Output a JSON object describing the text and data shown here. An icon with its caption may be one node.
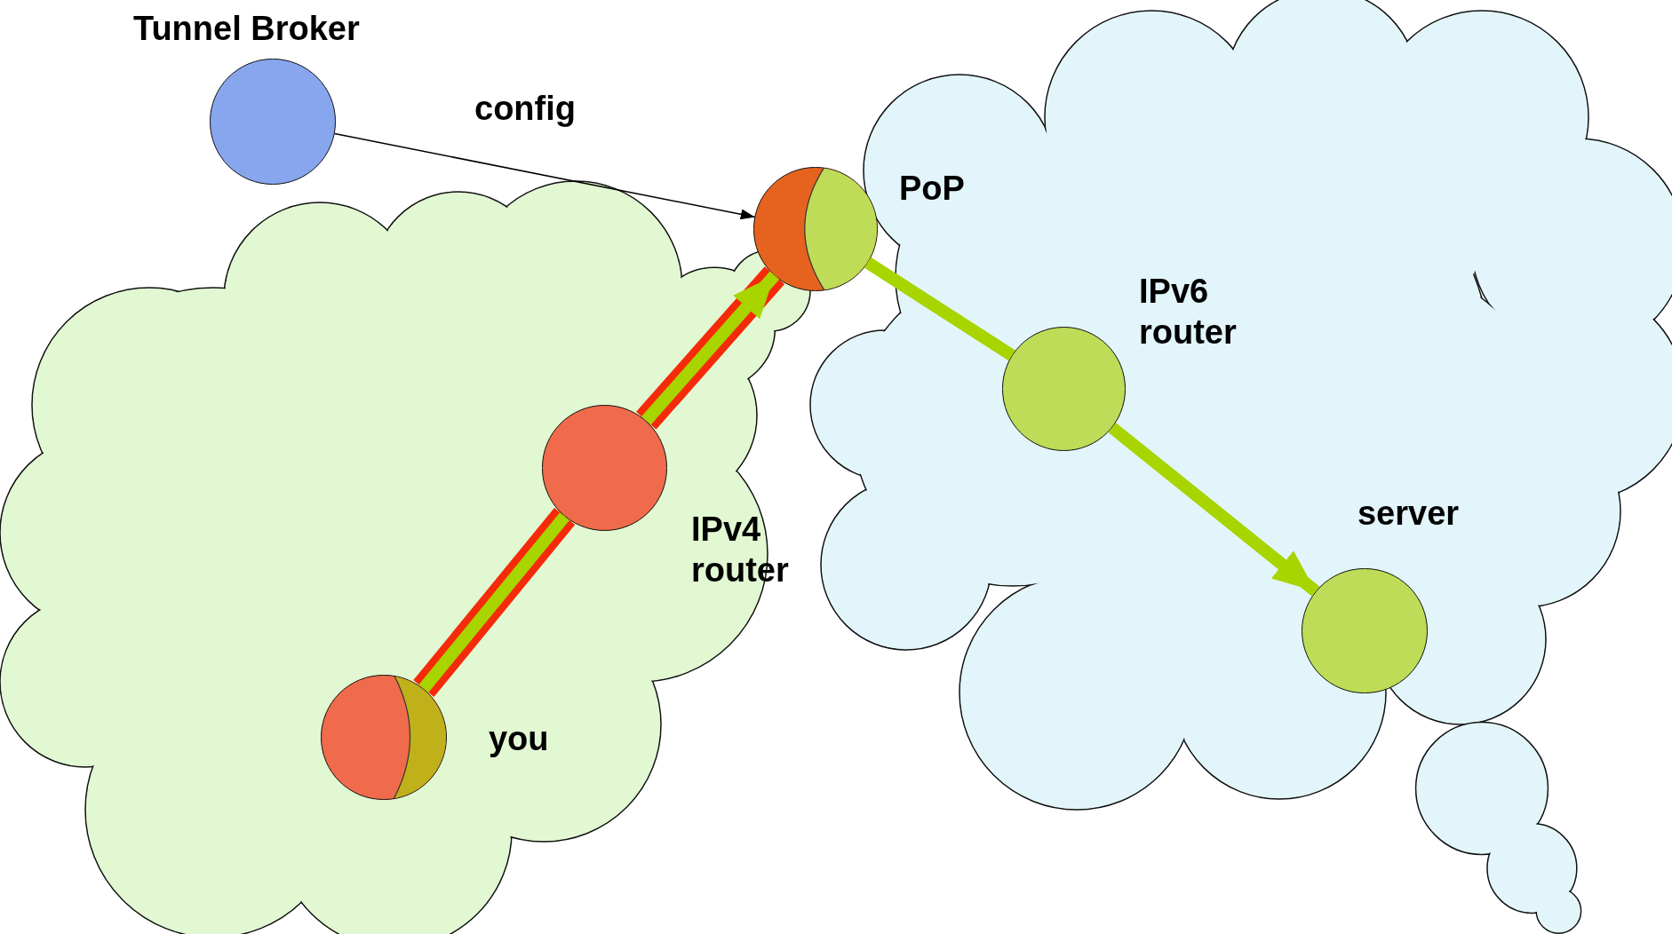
{
  "diagram": {
    "nodes": [
      {
        "text": [
          "Tunnel Broker"
        ]
      },
      {
        "text": [
          "PoP"
        ]
      },
      {
        "text": [
          "IPv6 router"
        ]
      },
      {
        "text": [
          "server"
        ]
      },
      {
        "text": [
          "IPv4 router"
        ]
      },
      {
        "text": [
          "you"
        ]
      }
    ],
    "edges": [
      {
        "from": 0,
        "to": 1,
        "arrow": "to",
        "label": "config",
        "color": "#000000"
      },
      {
        "from": 5,
        "to": 4,
        "arrow": "none",
        "style": "thick",
        "color": "#f52a0a"
      },
      {
        "from": 4,
        "to": 1,
        "arrow": "none",
        "style": "thick",
        "color": "#f52a0a"
      },
      {
        "from": 5,
        "to": 4,
        "arrow": "none",
        "color": "#a8d400"
      },
      {
        "from": 4,
        "to": 1,
        "arrow": "to",
        "color": "#a8d400"
      },
      {
        "from": 1,
        "to": 2,
        "arrow": "none",
        "color": "#a8d400"
      },
      {
        "from": 2,
        "to": 3,
        "arrow": "to",
        "color": "#a8d400"
      }
    ]
  }
}
